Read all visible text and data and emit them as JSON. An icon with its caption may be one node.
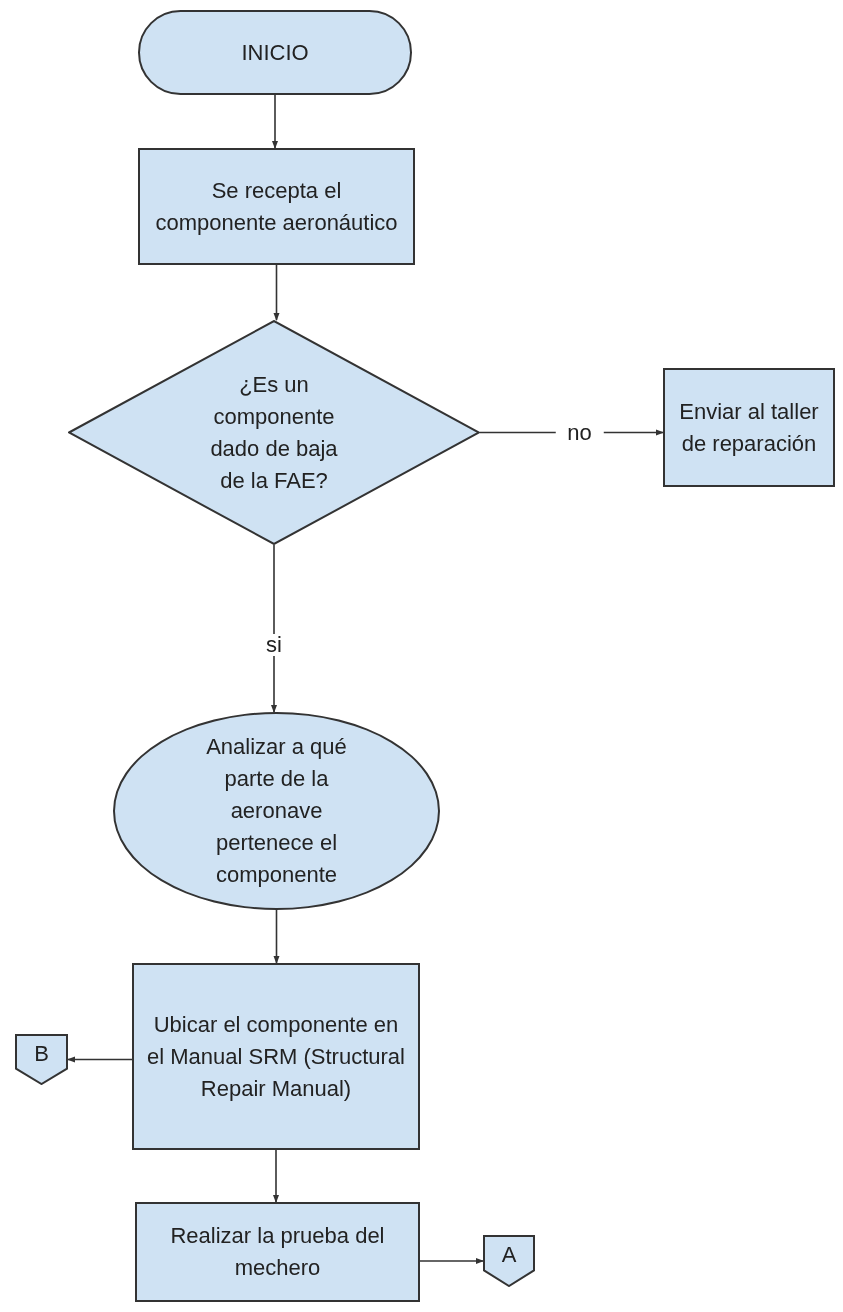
{
  "diagram": {
    "nodes": [
      {
        "text": [
          "INICIO"
        ]
      },
      {
        "text": [
          "Se recepta el componente aeronáutico"
        ]
      },
      {
        "text": [
          "¿Es un componente dado de baja de la FAE?"
        ]
      },
      {
        "text": [
          "Enviar al taller de reparación"
        ]
      },
      {
        "text": [
          "Analizar a qué parte de la aeronave pertenece el componente"
        ]
      },
      {
        "text": [
          "B"
        ]
      },
      {
        "text": [
          "Ubicar el componente en el Manual SRM (Structural Repair Manual)"
        ]
      },
      {
        "text": [
          "Realizar la prueba del mechero"
        ]
      },
      {
        "text": [
          "A"
        ]
      }
    ],
    "edges": [
      {
        "from": 0,
        "to": 1,
        "arrow": "to"
      },
      {
        "from": 1,
        "to": 2,
        "arrow": "to"
      },
      {
        "from": 2,
        "to": 3,
        "label": "no",
        "arrow": "to"
      },
      {
        "from": 2,
        "to": 4,
        "label": "si",
        "arrow": "to"
      },
      {
        "from": 4,
        "to": 6,
        "arrow": "to"
      },
      {
        "from": 6,
        "to": 5,
        "arrow": "to"
      },
      {
        "from": 6,
        "to": 7,
        "arrow": "to"
      },
      {
        "from": 7,
        "to": 8,
        "arrow": "to"
      }
    ]
  }
}
